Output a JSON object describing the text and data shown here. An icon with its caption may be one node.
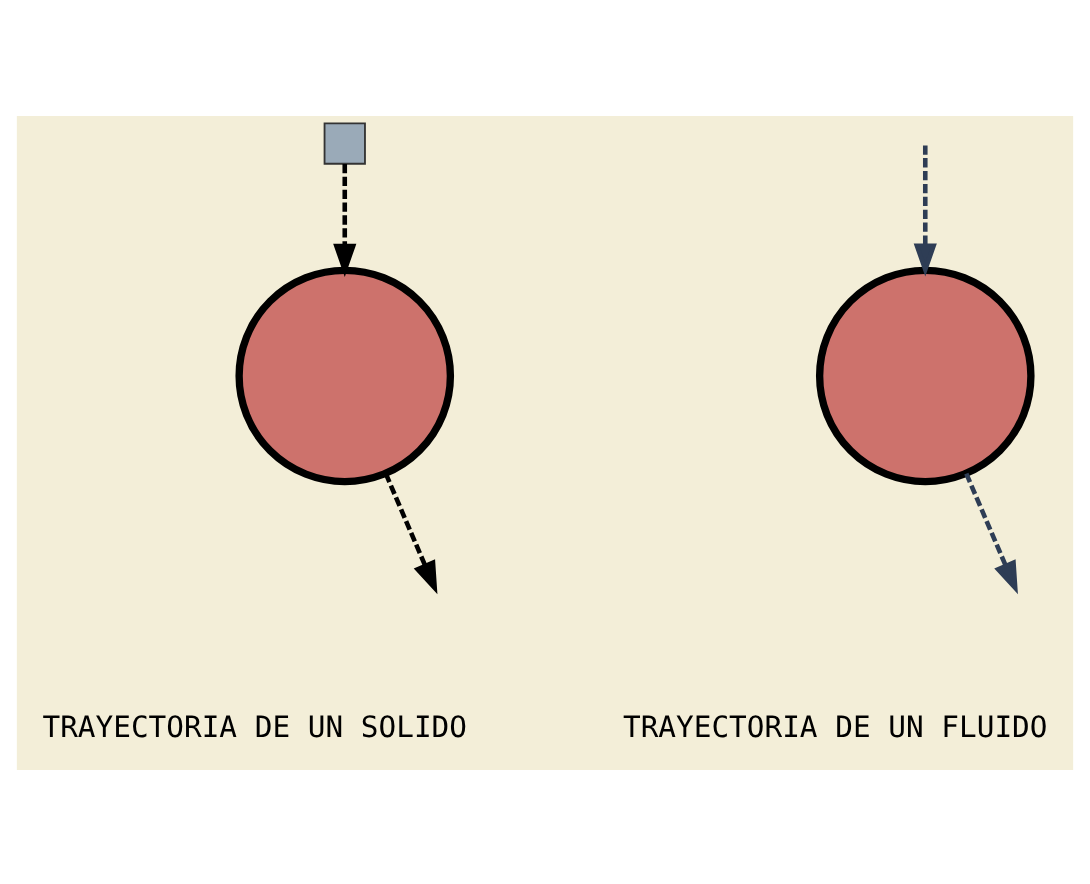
{
  "diagram": {
    "nodes": [
      {
        "text": [],
        "shape": "box"
      },
      {
        "text": [],
        "shape": "circle"
      },
      {
        "text": [],
        "shape": "circle"
      }
    ],
    "edges": [
      {
        "from": 0,
        "to": 1,
        "arrow": "to",
        "style": "dashed"
      },
      {
        "from": 1,
        "to": null,
        "arrow": "to",
        "style": "dashed"
      },
      {
        "from": null,
        "to": 2,
        "arrow": "to",
        "style": "dashed",
        "color": "#2e3d55"
      },
      {
        "from": 2,
        "to": null,
        "arrow": "to",
        "style": "dashed",
        "color": "#2e3d55"
      }
    ],
    "labels": [
      "TRAYECTORIA DE UN SOLIDO",
      "TRAYECTORIA DE UN FLUIDO"
    ]
  }
}
